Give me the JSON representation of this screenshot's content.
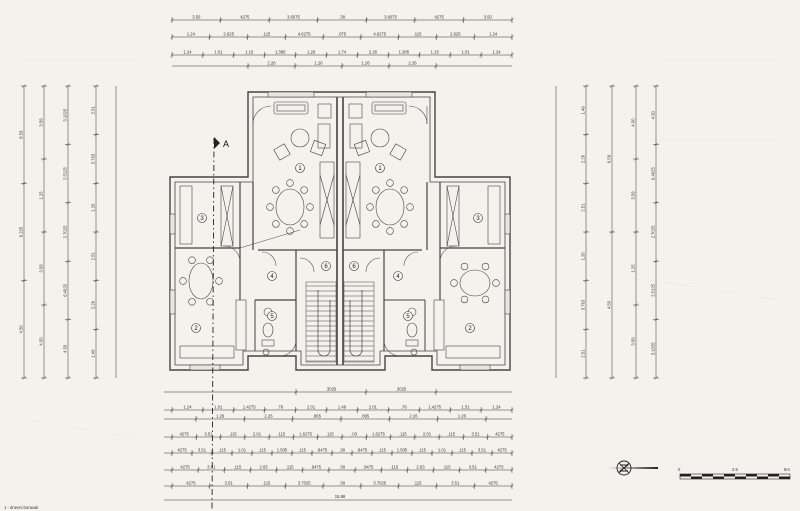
{
  "colors": {
    "paper": "#f4f2ed",
    "ink": "#2a2a2a",
    "wall": "#555555"
  },
  "section_marker": "A",
  "room_numbers": [
    "1",
    "1",
    "2",
    "2",
    "3",
    "3",
    "4",
    "4",
    "5",
    "5",
    "6",
    "6"
  ],
  "top_dims": {
    "row1": [
      "3.50",
      "4275",
      "3.6075",
      ".38",
      "3.6075",
      "4275",
      "3.50"
    ],
    "row2": [
      "1.24",
      "2.625",
      ".115",
      "4.6275",
      ".075",
      "4.6275",
      ".115",
      "2.625",
      "1.24"
    ],
    "row3": [
      "1.24",
      "1.01",
      "1.15",
      "1.385",
      "1.26",
      "1.74",
      "2.26",
      "1.385",
      "1.15",
      "1.01",
      "1.24"
    ],
    "row4": [
      "2.26",
      "1.26",
      "1.26",
      "2.26"
    ]
  },
  "left_dims": {
    "col1": [
      "8.59",
      "6.225",
      "4.50"
    ],
    "col2": [
      "3.59",
      "1.25",
      "3.59",
      "4.50"
    ],
    "col3": [
      "3.1025",
      "2.5125",
      "2.7025",
      "6.4025",
      "4.50"
    ],
    "col4": [
      "2.51",
      "3.763",
      "1.26",
      "2.51",
      "2.26",
      "1.49"
    ]
  },
  "right_dims": {
    "col1": [
      "4.50",
      "6.4025",
      "2.7025",
      "2.5125",
      "3.1025"
    ],
    "col2": [
      "4.50",
      "3.59",
      "1.25",
      "3.59"
    ],
    "col3": [
      "6.59",
      "4.50"
    ],
    "col4": [
      "1.49",
      "2.26",
      "2.51",
      "1.26",
      "3.763",
      "2.51"
    ]
  },
  "bottom_dims": {
    "row1": [
      ".3025",
      ".3025"
    ],
    "row2": [
      "1.24",
      "1.01",
      "1.4275",
      ".76",
      "2.01",
      "1.49",
      "2.01",
      ".76",
      "1.4275",
      "1.51",
      "1.24"
    ],
    "row3": [
      "1.26",
      "2.26",
      ".865",
      ".865",
      "2.26",
      "1.26"
    ],
    "row4": [
      "4275",
      "3.51",
      ".115",
      "2.01",
      ".115",
      "1.6275",
      ".115",
      ".03",
      "1.6275",
      ".115",
      "2.01",
      ".115",
      "3.51",
      "4275"
    ],
    "row5": [
      "4275",
      "3.51",
      ".115",
      "1.01",
      ".115",
      "1.505",
      ".115",
      ".9475",
      ".38",
      ".9475",
      ".115",
      "1.505",
      ".115",
      "1.01",
      ".115",
      "3.51",
      "4275"
    ],
    "row6": [
      "4275",
      "3.51",
      ".115",
      "2.63",
      ".115",
      ".9475",
      ".38",
      ".9475",
      ".115",
      "2.63",
      ".115",
      "3.51",
      "4275"
    ],
    "row7": [
      "4275",
      "3.51",
      ".115",
      "3.7025",
      ".38",
      "3.7025",
      ".115",
      "3.51",
      "4275"
    ],
    "total": "15.99"
  },
  "scale_bar": {
    "labels": [
      "0",
      "2.5",
      "5m"
    ]
  },
  "footer_note": "1 - dnevni boravak"
}
